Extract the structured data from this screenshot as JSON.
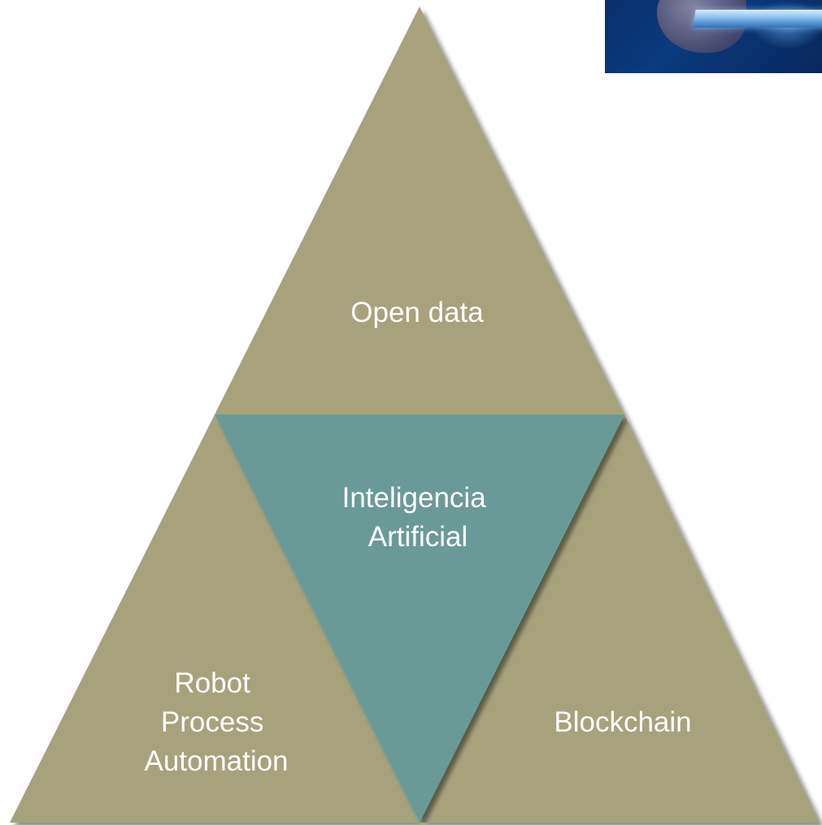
{
  "diagram": {
    "top": {
      "label": "Open data",
      "color": "#a8a27b"
    },
    "center": {
      "label_lines": [
        "Inteligencia",
        "Artificial"
      ],
      "color": "#6a9a97"
    },
    "bottom_left": {
      "label_lines": [
        "Robot",
        "Process",
        "Automation"
      ],
      "color": "#a8a27b"
    },
    "bottom_right": {
      "label": "Blockchain",
      "color": "#a8a27b"
    }
  },
  "decoration": {
    "photo": "hand-holding-tablet-photo"
  }
}
